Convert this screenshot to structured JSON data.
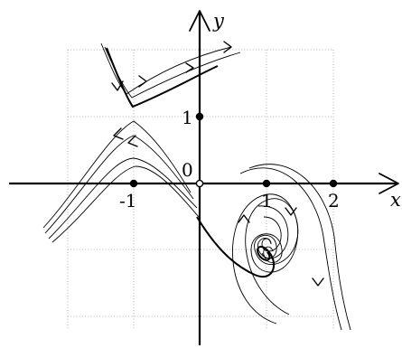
{
  "axes": {
    "x_label": "x",
    "y_label": "y"
  },
  "tick_labels": {
    "x_neg1": "-1",
    "x_1": "1",
    "x_2": "2",
    "y_1": "1",
    "origin": "0"
  },
  "points": [
    {
      "id": "x-neg1",
      "x": -1,
      "y": 0,
      "filled": true
    },
    {
      "id": "x-1",
      "x": 1,
      "y": 0,
      "filled": true
    },
    {
      "id": "x-2",
      "x": 2,
      "y": 0,
      "filled": true
    },
    {
      "id": "y-1",
      "x": 0,
      "y": 1,
      "filled": true
    },
    {
      "id": "origin",
      "x": 0,
      "y": 0,
      "filled": false
    }
  ],
  "features": {
    "spiral_center": {
      "x": 1,
      "y": -1
    },
    "grid": true
  }
}
